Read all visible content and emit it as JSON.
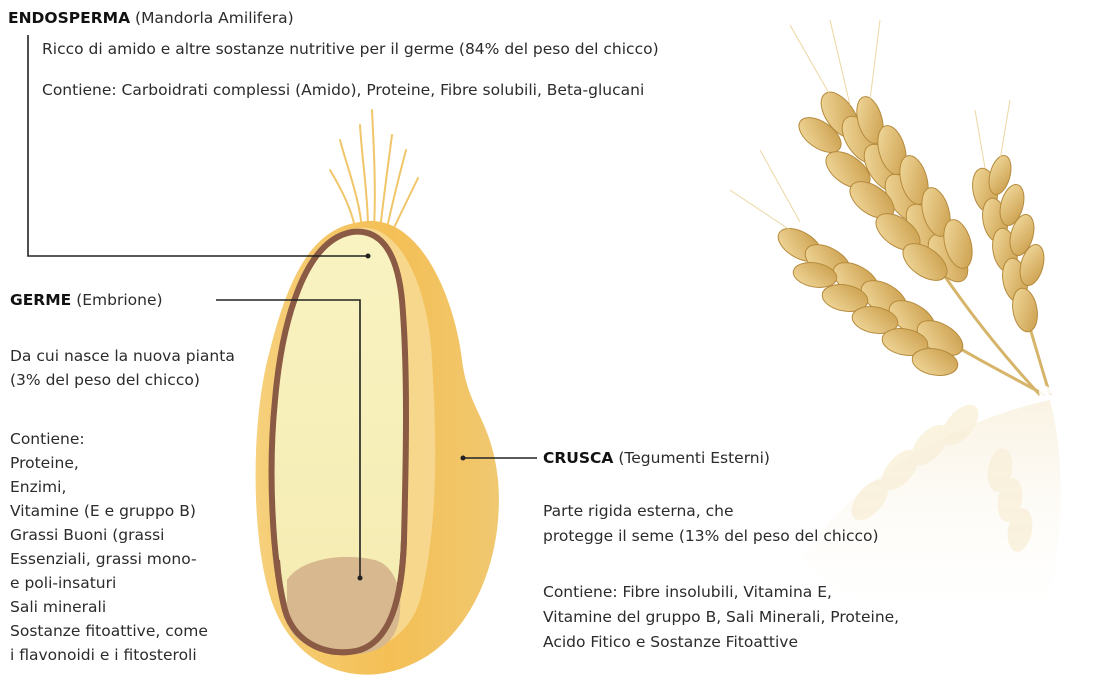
{
  "endosperma": {
    "name": "ENDOSPERMA",
    "subtitle": "(Mandorla Amilifera)",
    "desc": "Ricco di amido e altre sostanze nutritive per il germe (84% del peso del chicco)",
    "contains": "Contiene: Carboidrati complessi (Amido), Proteine, Fibre solubili, Beta-glucani"
  },
  "germe": {
    "name": "GERME",
    "subtitle": "(Embrione)",
    "desc": [
      "Da cui nasce la nuova pianta",
      "(3% del peso del chicco)"
    ],
    "contains": [
      "Contiene:",
      "Proteine,",
      "Enzimi,",
      "Vitamine (E e gruppo B)",
      "Grassi Buoni (grassi",
      "Essenziali, grassi mono-",
      "e poli-insaturi",
      "Sali minerali",
      "Sostanze fitoattive, come",
      "i flavonoidi e i fitosteroli"
    ]
  },
  "crusca": {
    "name": "CRUSCA",
    "subtitle": "(Tegumenti Esterni)",
    "desc": [
      "Parte rigida esterna, che",
      "protegge il seme (13% del peso del chicco)"
    ],
    "contains": [
      "Contiene:  Fibre insolubili, Vitamina E,",
      "Vitamine del gruppo B, Sali Minerali, Proteine,",
      "Acido Fitico e Sostanze Fitoattive"
    ]
  },
  "colors": {
    "bran": "#f2b544",
    "endosperm": "#f7f0b8",
    "germ": "#d8b98f",
    "outline": "#8a5a44",
    "wheat": "#e2c27a",
    "leader": "#222222"
  }
}
